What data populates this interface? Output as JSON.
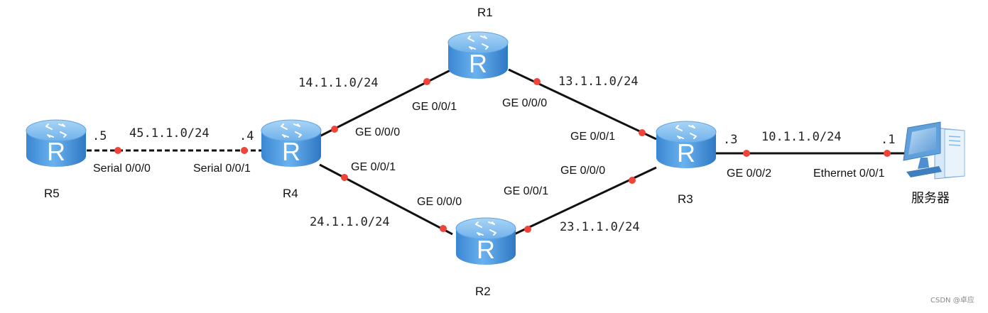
{
  "diagram": {
    "devices": [
      {
        "id": "R1",
        "label": "R1",
        "type": "router"
      },
      {
        "id": "R2",
        "label": "R2",
        "type": "router"
      },
      {
        "id": "R3",
        "label": "R3",
        "type": "router"
      },
      {
        "id": "R4",
        "label": "R4",
        "type": "router"
      },
      {
        "id": "R5",
        "label": "R5",
        "type": "router"
      },
      {
        "id": "SRV",
        "label": "服务器",
        "type": "server"
      }
    ],
    "router_glyph": "R",
    "links": [
      {
        "from": "R5",
        "to": "R4",
        "network": "45.1.1.0/24",
        "style": "dashed",
        "from_if": "Serial 0/0/0",
        "to_if": "Serial 0/0/1",
        "from_host": ".5",
        "to_host": ".4"
      },
      {
        "from": "R4",
        "to": "R1",
        "network": "14.1.1.0/24",
        "style": "solid",
        "from_if": "GE 0/0/0",
        "to_if": "GE 0/0/1"
      },
      {
        "from": "R1",
        "to": "R3",
        "network": "13.1.1.0/24",
        "style": "solid",
        "from_if": "GE 0/0/0",
        "to_if": "GE 0/0/1"
      },
      {
        "from": "R4",
        "to": "R2",
        "network": "24.1.1.0/24",
        "style": "solid",
        "from_if": "GE 0/0/1",
        "to_if": "GE 0/0/0"
      },
      {
        "from": "R2",
        "to": "R3",
        "network": "23.1.1.0/24",
        "style": "solid",
        "from_if": "GE 0/0/1",
        "to_if": "GE 0/0/0"
      },
      {
        "from": "R3",
        "to": "SRV",
        "network": "10.1.1.0/24",
        "style": "solid",
        "from_if": "GE 0/0/2",
        "to_if": "Ethernet 0/0/1",
        "from_host": ".3",
        "to_host": ".1"
      }
    ],
    "colors": {
      "link": "#111111",
      "port_dot": "#f0443a",
      "router_top": "#8cc4f0",
      "router_body": "#4d9be0",
      "router_dark": "#2f7cc8"
    }
  },
  "watermark": "CSDN @卓应"
}
